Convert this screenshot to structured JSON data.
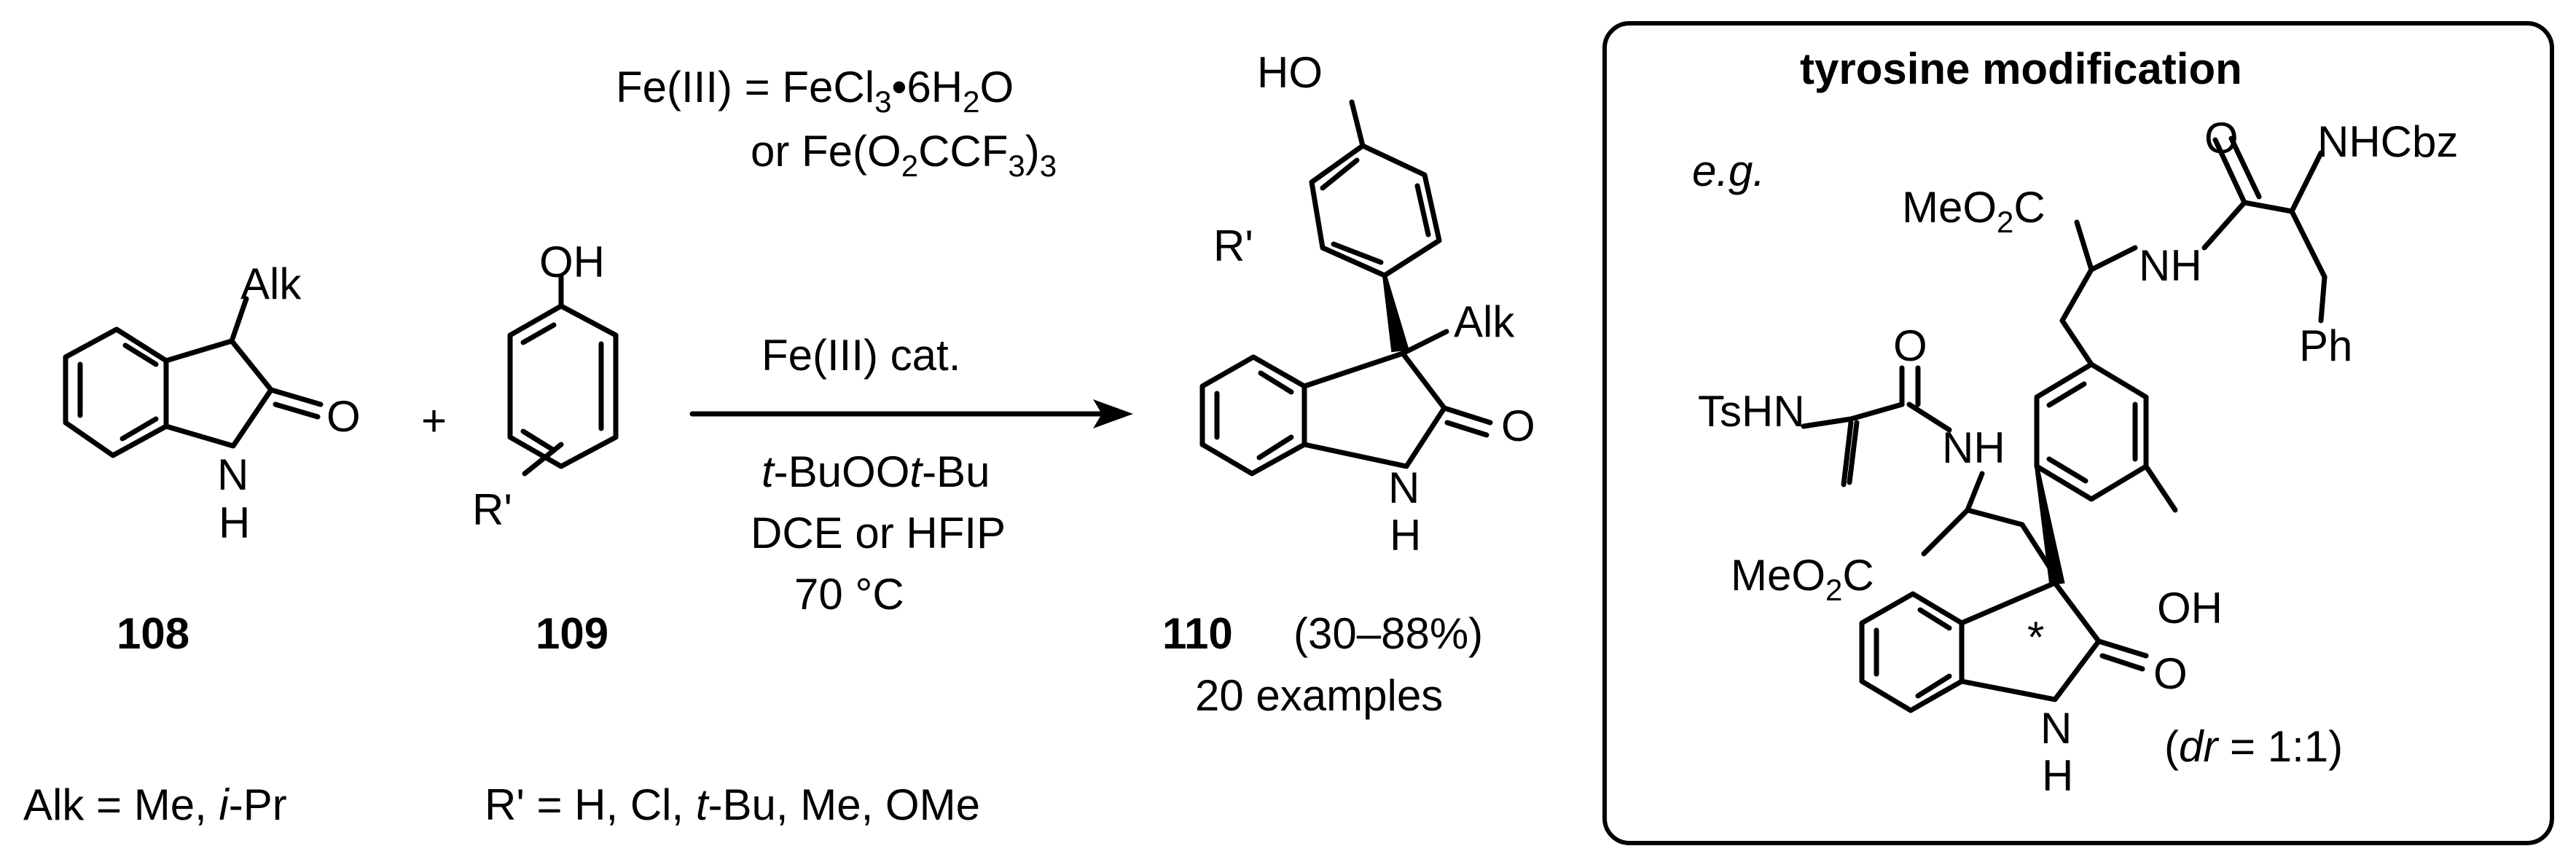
{
  "reactant_a": {
    "number": "108",
    "substituent": "Alk",
    "carbonyl_O": "O",
    "nh_N": "N",
    "nh_H": "H"
  },
  "plus_sign": "+",
  "reactant_b": {
    "number": "109",
    "hydroxyl": "OH",
    "substituent": "R'"
  },
  "conditions": {
    "fe_definition_a": "Fe(III) = FeCl",
    "fe_definition_a_sub": "3",
    "fe_definition_a_tail": "•6H",
    "fe_definition_a_sub2": "2",
    "fe_definition_a_end": "O",
    "fe_definition_b_pre": "or Fe(O",
    "fe_definition_b_sub1": "2",
    "fe_definition_b_mid": "CCF",
    "fe_definition_b_sub2": "3",
    "fe_definition_b_end": ")",
    "fe_definition_b_sub3": "3",
    "catalyst": "Fe(III) cat.",
    "oxidant_t1": "t",
    "oxidant_mid": "-BuOO",
    "oxidant_t2": "t",
    "oxidant_end": "-Bu",
    "solvent": "DCE or HFIP",
    "temperature": "70 °C"
  },
  "product": {
    "number": "110",
    "yield": "(30–88%)",
    "examples": "20 examples",
    "hydroxyl": "HO",
    "substituent_r": "R'",
    "substituent_alk": "Alk",
    "carbonyl_O": "O",
    "nh_N": "N",
    "nh_H": "H"
  },
  "definitions": {
    "alk_pre": "Alk = Me, ",
    "alk_italic": "i",
    "alk_post": "-Pr",
    "r_pre": "R' = H, Cl, ",
    "r_italic": "t",
    "r_post": "-Bu, Me, OMe"
  },
  "box": {
    "title": "tyrosine modification",
    "eg": "e.g.",
    "meo2c_top_a": "MeO",
    "meo2c_top_b": "2",
    "meo2c_top_c": "C",
    "carbonyl_O_top": "O",
    "nhcbz": "NHCbz",
    "nh_top": "NH",
    "ph": "Ph",
    "carbonyl_O_mid": "O",
    "tshn": "TsHN",
    "nh_mid": "NH",
    "meo2c_bot_a": "MeO",
    "meo2c_bot_b": "2",
    "meo2c_bot_c": "C",
    "oh": "OH",
    "star": "*",
    "carbonyl_O_bot": "O",
    "nh_N": "N",
    "nh_H": "H",
    "dr_open": "(",
    "dr_italic": "dr",
    "dr_value": " = 1:1)"
  }
}
